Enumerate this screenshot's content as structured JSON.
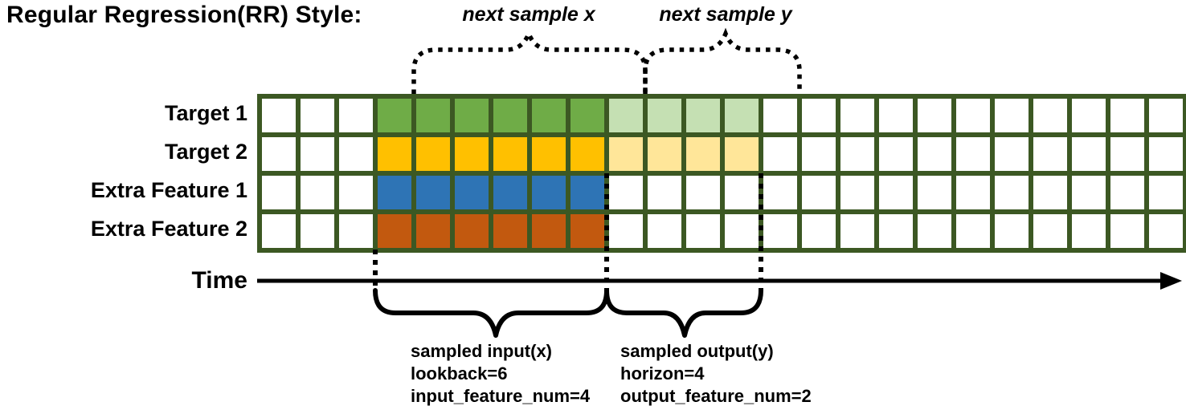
{
  "title": "Regular Regression(RR) Style:",
  "grid": {
    "num_columns": 24,
    "num_rows": 4,
    "input_start_col": 3,
    "lookback": 6,
    "horizon": 4,
    "line_color": "#3C5823",
    "empty_cell_color": "#FFFFFF",
    "rows": [
      {
        "label": "Target 1",
        "role": "target",
        "input_color": "#6FAC47",
        "output_color": "#C5E0B3"
      },
      {
        "label": "Target 2",
        "role": "target",
        "input_color": "#FFC000",
        "output_color": "#FFE699"
      },
      {
        "label": "Extra Feature 1",
        "role": "extra-feature",
        "input_color": "#2E74B5",
        "output_color": null
      },
      {
        "label": "Extra Feature 2",
        "role": "extra-feature",
        "input_color": "#C2590F",
        "output_color": null
      }
    ]
  },
  "annotations": {
    "next_sample_x": "next sample x",
    "next_sample_y": "next sample y",
    "time_label": "Time",
    "input_caption": [
      "sampled input(x)",
      "lookback=6",
      "input_feature_num=4"
    ],
    "output_caption": [
      "sampled output(y)",
      "horizon=4",
      "output_feature_num=2"
    ]
  },
  "colors": {
    "ink": "#000000",
    "background": "#FFFFFF"
  }
}
